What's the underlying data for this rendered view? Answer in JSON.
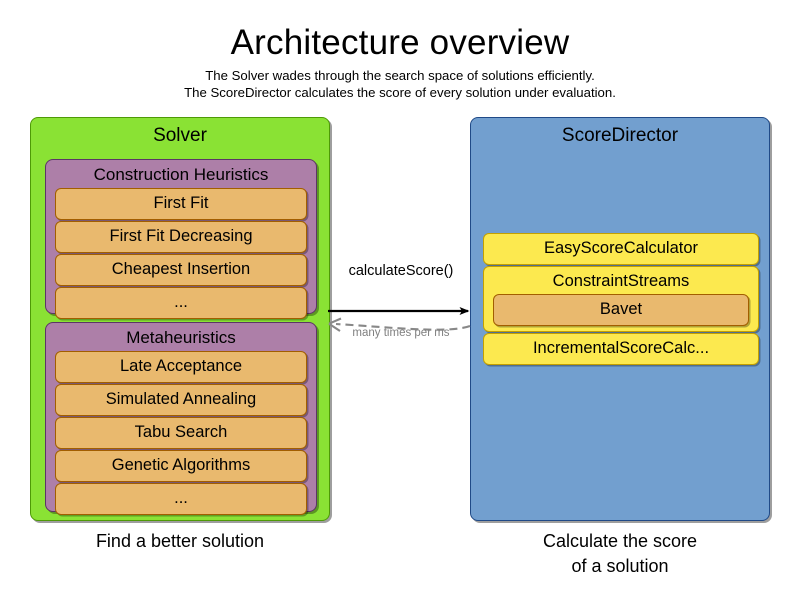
{
  "header": {
    "title": "Architecture overview",
    "subtitle_lines": [
      "The Solver wades through the search space of solutions efficiently.",
      "The ScoreDirector calculates the score of every solution under evaluation."
    ]
  },
  "colors": {
    "solver_panel": "#8AE234",
    "solver_panel_border": "#4E9A06",
    "scoredirector_panel": "#729FCF",
    "scoredirector_panel_border": "#204A87",
    "group_box": "#AD7FA8",
    "group_box_border": "#5C3566",
    "leaf_item": "#E9B96E",
    "leaf_item_border": "#A25E00",
    "score_box": "#FCE94F",
    "score_box_border": "#C4A000",
    "dashed_arrow": "#808080",
    "solid_arrow": "#000000",
    "background": "#FFFFFF"
  },
  "solver": {
    "title": "Solver",
    "caption": "Find a better solution",
    "groups": [
      {
        "title": "Construction Heuristics",
        "items": [
          "First Fit",
          "First Fit Decreasing",
          "Cheapest Insertion",
          "..."
        ]
      },
      {
        "title": "Metaheuristics",
        "items": [
          "Late Acceptance",
          "Simulated Annealing",
          "Tabu Search",
          "Genetic Algorithms",
          "..."
        ]
      }
    ]
  },
  "score_director": {
    "title": "ScoreDirector",
    "caption_lines": [
      "Calculate the score",
      "of a solution"
    ],
    "boxes": [
      {
        "label": "EasyScoreCalculator",
        "nested": null
      },
      {
        "label": "ConstraintStreams",
        "nested": "Bavet"
      },
      {
        "label": "IncrementalScoreCalc...",
        "nested": null
      }
    ]
  },
  "arrows": {
    "forward_label": "calculateScore()",
    "return_label": "many times per ms"
  }
}
